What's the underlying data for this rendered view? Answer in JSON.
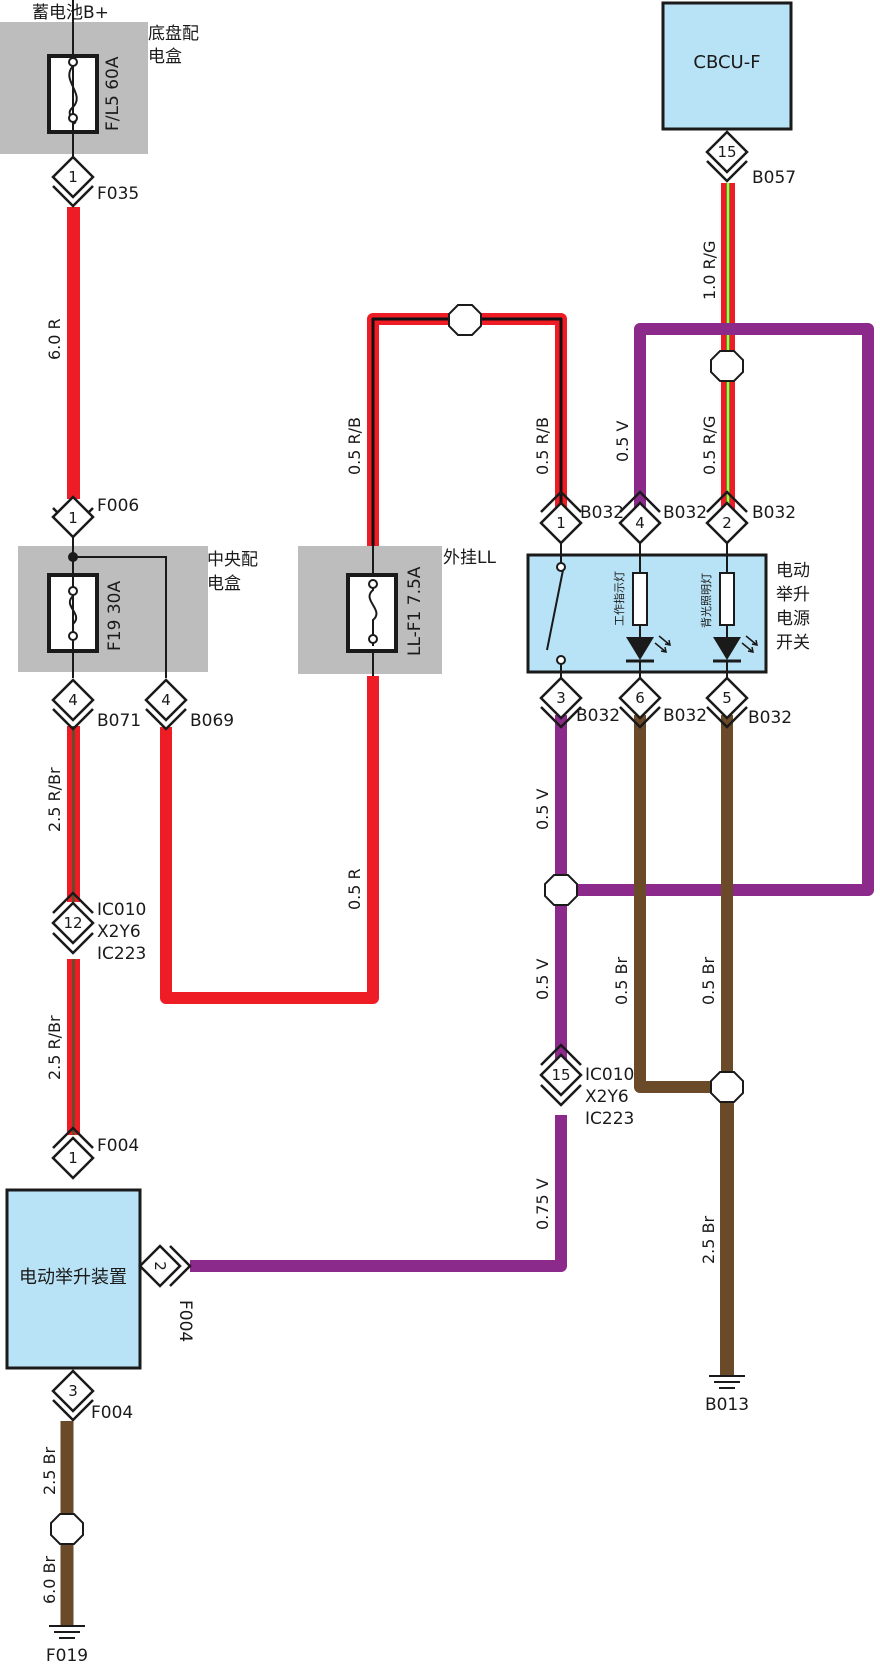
{
  "colors": {
    "red": "#ee1c25",
    "purple": "#8b2a8b",
    "brown": "#6b4a2a",
    "green": "#2aa84a",
    "yellow": "#e8e020",
    "component_fill": "#b8e2f5",
    "fusebox_fill": "#bdbdbd"
  },
  "title_top": "蓄电池B+",
  "components": {
    "chassis_box": {
      "label_line1": "底盘配",
      "label_line2": "电盒",
      "fuse": "F/L5 60A"
    },
    "central_box": {
      "label_line1": "中央配",
      "label_line2": "电盒",
      "fuse": "F19 30A"
    },
    "external_box": {
      "label": "外挂LL",
      "fuse": "LL-F1 7.5A"
    },
    "cbcu": {
      "label": "CBCU-F"
    },
    "switch": {
      "label_line1": "电动",
      "label_line2": "举升",
      "label_line3": "电源",
      "label_line4": "开关",
      "lamp_work": "工作指示灯",
      "lamp_backlight": "背光照明灯"
    },
    "lift_device": {
      "label": "电动举升装置"
    }
  },
  "connectors": {
    "f035": {
      "pin": "1",
      "name": "F035"
    },
    "f006": {
      "pin": "1",
      "name": "F006"
    },
    "b071": {
      "pin": "4",
      "name": "B071"
    },
    "b069": {
      "pin": "4",
      "name": "B069"
    },
    "ic_left": {
      "pin": "12",
      "name1": "IC010",
      "name2": "X2Y6",
      "name3": "IC223"
    },
    "f004_top": {
      "pin": "1",
      "name": "F004"
    },
    "f004_side": {
      "pin": "2",
      "name": "F004"
    },
    "f004_bottom": {
      "pin": "3",
      "name": "F004"
    },
    "b057": {
      "pin": "15",
      "name": "B057"
    },
    "b032_1": {
      "pin": "1",
      "name": "B032"
    },
    "b032_4": {
      "pin": "4",
      "name": "B032"
    },
    "b032_2": {
      "pin": "2",
      "name": "B032"
    },
    "b032_3": {
      "pin": "3",
      "name": "B032"
    },
    "b032_6": {
      "pin": "6",
      "name": "B032"
    },
    "b032_5": {
      "pin": "5",
      "name": "B032"
    },
    "ic_right": {
      "pin": "15",
      "name1": "IC010",
      "name2": "X2Y6",
      "name3": "IC223"
    }
  },
  "grounds": {
    "f019": "F019",
    "b013": "B013"
  },
  "wires": {
    "w_6r": "6.0 R",
    "w_25rbr_a": "2.5 R/Br",
    "w_25rbr_b": "2.5 R/Br",
    "w_05r": "0.5 R",
    "w_05rb_a": "0.5 R/B",
    "w_05rb_b": "0.5 R/B",
    "w_10rg": "1.0 R/G",
    "w_05rg": "0.5 R/G",
    "w_05v_top": "0.5 V",
    "w_05v_a": "0.5 V",
    "w_05v_b": "0.5 V",
    "w_075v": "0.75 V",
    "w_05br_a": "0.5 Br",
    "w_05br_b": "0.5 Br",
    "w_25br_right": "2.5 Br",
    "w_25br_left": "2.5 Br",
    "w_60br": "6.0 Br"
  }
}
